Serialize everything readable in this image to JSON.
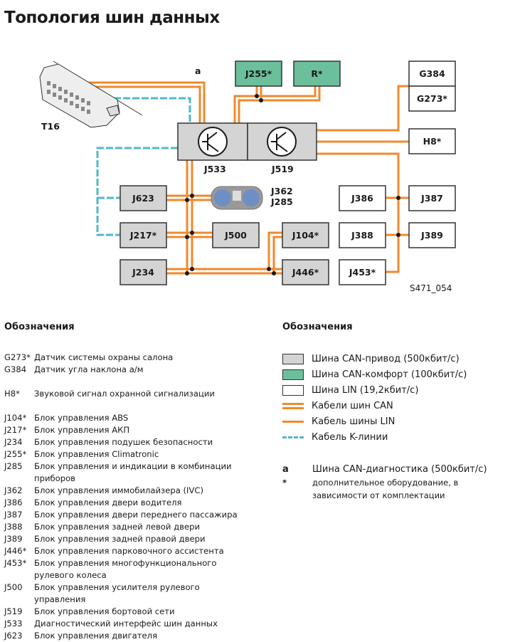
{
  "title": "Топология шин данных",
  "colors": {
    "can_drive": "#d4d4d4",
    "can_comfort": "#6cbf9b",
    "lin": "#ffffff",
    "can_cable": "#f08a2c",
    "lin_cable": "#f08a2c",
    "k_line": "#4fb8c8"
  },
  "diagram": {
    "connector": "T16",
    "diag_marker": "a",
    "gateway": "J533",
    "onboard": "J519",
    "cluster": "J362",
    "cluster2": "J285",
    "ref": "S471_054",
    "can_drive_units": [
      "J623",
      "J217*",
      "J500",
      "J104*",
      "J234",
      "J446*"
    ],
    "can_comfort_units": [
      "J255*",
      "R*"
    ],
    "lin_units": [
      "G384",
      "G273*",
      "H8*",
      "J386",
      "J387",
      "J388",
      "J389",
      "J453*"
    ]
  },
  "legend_left": {
    "heading": "Обозначения",
    "groups": [
      [
        {
          "code": "G273*",
          "text": "Датчик системы охраны салона"
        },
        {
          "code": "G384",
          "text": "Датчик угла наклона а/м"
        }
      ],
      [
        {
          "code": "H8*",
          "text": "Звуковой сигнал охранной сигнализации"
        }
      ],
      [
        {
          "code": "J104*",
          "text": "Блок управления ABS"
        },
        {
          "code": "J217*",
          "text": "Блок управления АКП"
        },
        {
          "code": "J234",
          "text": "Блок управления подушек безопасности"
        },
        {
          "code": "J255*",
          "text": "Блок управления Climatronic"
        },
        {
          "code": "J285",
          "text": "Блок управления и индикации в комбинации приборов"
        },
        {
          "code": "J362",
          "text": "Блок управления иммобилайзера (IVC)"
        },
        {
          "code": "J386",
          "text": "Блок управления двери водителя"
        },
        {
          "code": "J387",
          "text": "Блок управления двери переднего пассажира"
        },
        {
          "code": "J388",
          "text": "Блок управления задней левой двери"
        },
        {
          "code": "J389",
          "text": "Блок управления задней правой двери"
        },
        {
          "code": "J446*",
          "text": "Блок управления парковочного ассистента"
        },
        {
          "code": "J453*",
          "text": "Блок управления многофункционального рулевого колеса"
        },
        {
          "code": "J500",
          "text": "Блок управления усилителя рулевого управления"
        },
        {
          "code": "J519",
          "text": "Блок управления бортовой сети"
        },
        {
          "code": "J533",
          "text": "Диагностический интерфейс шин данных"
        },
        {
          "code": "J623",
          "text": "Блок управления двигателя"
        }
      ]
    ]
  },
  "legend_right": {
    "heading": "Обозначения",
    "items": [
      "Шина CAN-привод (500кбит/с)",
      "Шина CAN-комфорт (100кбит/с)",
      "Шина LIN (19,2кбит/с)",
      "Кабели шин CAN",
      "Кабель шины LIN",
      "Кабель K-линии"
    ],
    "notes": [
      {
        "key": "a",
        "text": "Шина CAN-диагностика (500кбит/с)"
      },
      {
        "key": "*",
        "text": "дополнительное оборудование, в зависимости от комплектации"
      }
    ]
  }
}
